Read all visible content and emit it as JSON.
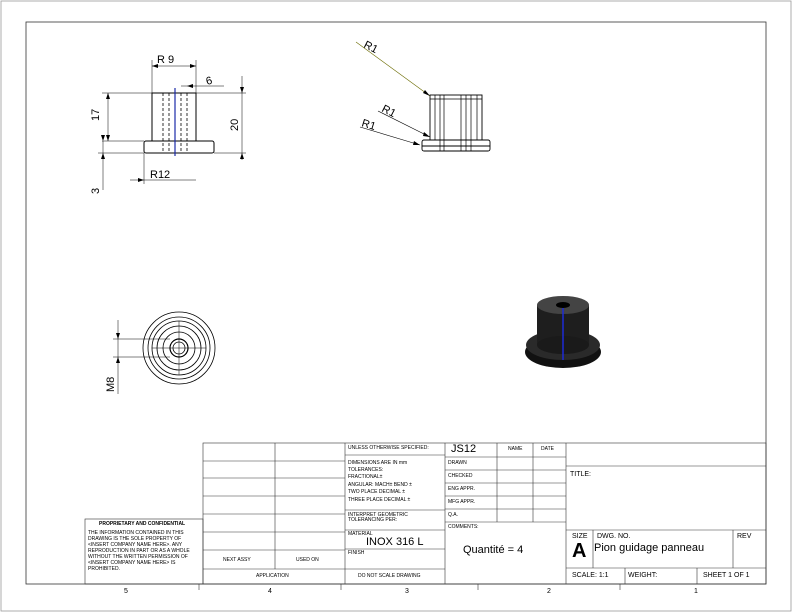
{
  "dimensions": {
    "front": {
      "r9": "R 9",
      "d6": "6",
      "d17": "17",
      "d20": "20",
      "r12": "R12",
      "d3": "3"
    },
    "iso": {
      "r1_a": "R1",
      "r1_b": "R1",
      "r1_c": "R1"
    },
    "top": {
      "m8": "M8"
    }
  },
  "zones": [
    "5",
    "4",
    "3",
    "2",
    "1"
  ],
  "title_block": {
    "unless": "UNLESS OTHERWISE SPECIFIED:",
    "dims_line1": "DIMENSIONS ARE IN mm",
    "dims_line2": "TOLERANCES:",
    "dims_line3": "FRACTIONAL±",
    "dims_line4": "ANGULAR: MACH±     BEND ±",
    "dims_line5": "TWO PLACE DECIMAL    ±",
    "dims_line6": "THREE PLACE DECIMAL  ±",
    "interpret": "INTERPRET GEOMETRIC\nTOLERANCING PER:",
    "material_label": "MATERIAL",
    "material_value": "INOX 316 L",
    "finish_label": "FINISH",
    "no_scale": "DO NOT SCALE DRAWING",
    "name_header": "NAME",
    "date_header": "DATE",
    "drawn_label": "DRAWN",
    "drawn_value": "JS12",
    "checked": "CHECKED",
    "eng_appr": "ENG APPR.",
    "mfg_appr": "MFG APPR.",
    "qa": "Q.A.",
    "comments_label": "COMMENTS:",
    "comments_value": "Quantité = 4",
    "title_label": "TITLE:",
    "size_label": "SIZE",
    "size_value": "A",
    "dwg_no_label": "DWG.  NO.",
    "dwg_no_value": "Pion guidage panneau",
    "rev_label": "REV",
    "scale": "SCALE: 1:1",
    "weight": "WEIGHT:",
    "sheet": "SHEET 1 OF 1",
    "next_assy": "NEXT ASSY",
    "used_on": "USED ON",
    "application": "APPLICATION",
    "proprietary_title": "PROPRIETARY AND CONFIDENTIAL",
    "proprietary_body": "THE INFORMATION CONTAINED IN THIS DRAWING IS THE SOLE PROPERTY OF <INSERT COMPANY NAME HERE>. ANY REPRODUCTION IN PART OR AS A WHOLE WITHOUT THE WRITTEN PERMISSION OF <INSERT COMPANY NAME HERE> IS PROHIBITED."
  }
}
